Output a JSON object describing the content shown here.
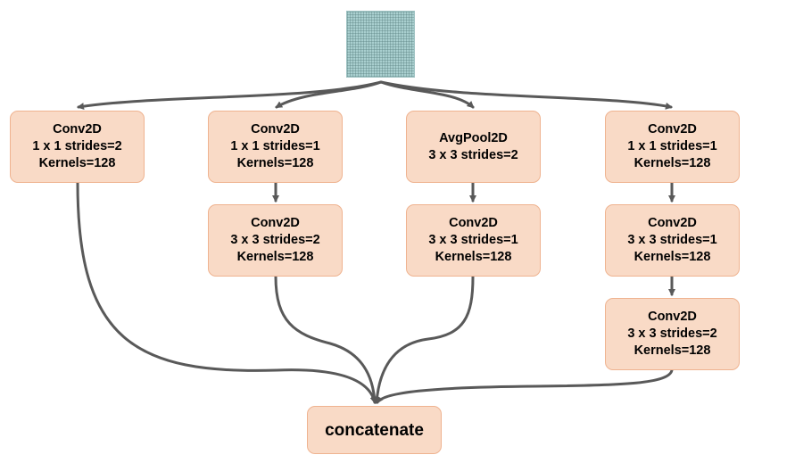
{
  "input": {
    "icon": "feature-map-grid"
  },
  "branches": [
    {
      "nodes": [
        {
          "lines": [
            "Conv2D",
            "1 x 1 strides=2",
            "Kernels=128"
          ]
        }
      ]
    },
    {
      "nodes": [
        {
          "lines": [
            "Conv2D",
            "1 x 1 strides=1",
            "Kernels=128"
          ]
        },
        {
          "lines": [
            "Conv2D",
            "3 x 3 strides=2",
            "Kernels=128"
          ]
        }
      ]
    },
    {
      "nodes": [
        {
          "lines": [
            "AvgPool2D",
            "3 x 3 strides=2"
          ]
        },
        {
          "lines": [
            "Conv2D",
            "3 x 3 strides=1",
            "Kernels=128"
          ]
        }
      ]
    },
    {
      "nodes": [
        {
          "lines": [
            "Conv2D",
            "1 x 1 strides=1",
            "Kernels=128"
          ]
        },
        {
          "lines": [
            "Conv2D",
            "3 x 3 strides=1",
            "Kernels=128"
          ]
        },
        {
          "lines": [
            "Conv2D",
            "3 x 3 strides=2",
            "Kernels=128"
          ]
        }
      ]
    }
  ],
  "output": {
    "label": "concatenate"
  },
  "colors": {
    "node_fill": "#f9dac6",
    "node_border": "#efb390",
    "edge": "#595959",
    "input_fill": "#a9cfcf"
  }
}
